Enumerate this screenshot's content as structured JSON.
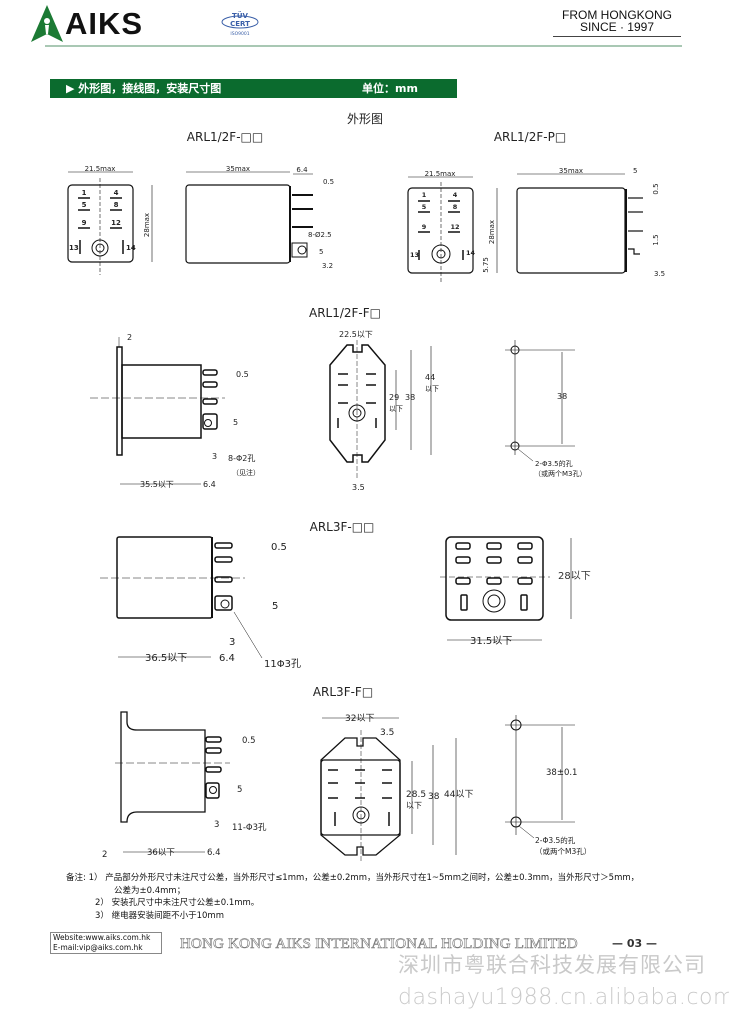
{
  "header": {
    "brand": "AIKS",
    "cert_logo": {
      "top": "TÜV",
      "mid": "CERT",
      "bottom": "ISO9001"
    },
    "tagline_1": "FROM HONGKONG",
    "tagline_2": "SINCE · 1997",
    "accent_color": "#0b6b2e"
  },
  "section_bar": {
    "title": "▶ 外形图，接线图，安装尺寸图",
    "unit": "单位：mm"
  },
  "heading": "外形图",
  "d1": {
    "title": "ARL1/2F-□□",
    "width": "21.5max",
    "height": "28max",
    "length": "35max",
    "pin_len": "6.4",
    "pin_w": "0.5",
    "holes": "8-Ø2.5",
    "tab": "5",
    "tab_off": "3.2",
    "pins": [
      "1",
      "4",
      "5",
      "8",
      "9",
      "12",
      "13",
      "14"
    ]
  },
  "d2": {
    "title": "ARL1/2F-P□",
    "width": "21.5max",
    "height": "28max",
    "length": "35max",
    "pin_len": "5",
    "pin_w": "0.5",
    "pin_gap": "1.5",
    "bottom": "5.75",
    "tab_off": "3.5",
    "pins": [
      "1",
      "4",
      "5",
      "8",
      "9",
      "12",
      "13",
      "14"
    ]
  },
  "d3": {
    "title": "ARL1/2F-F□",
    "flange": "2",
    "pin_w": "0.5",
    "tab": "5",
    "tab_off": "3",
    "holes": "8-Φ2孔",
    "holes_note": "（见注）",
    "length": "35.5以下",
    "pin_len": "6.4",
    "plate_w": "22.5以下",
    "body_h": "29",
    "body_h_sub": "以下",
    "hole_pitch": "38",
    "plate_h": "44",
    "plate_h_sub": "以下",
    "slot": "3.5",
    "mount_pitch": "38",
    "mount_holes": "2-Φ3.5的孔",
    "mount_alt": "（或两个M3孔）"
  },
  "d4": {
    "title": "ARL3F-□□",
    "pin_w": "0.5",
    "tab": "5",
    "tab_off": "3",
    "length": "36.5以下",
    "pin_len": "6.4",
    "holes": "11Φ3孔",
    "height": "28以下",
    "width": "31.5以下"
  },
  "d5": {
    "title": "ARL3F-F□",
    "pin_w": "0.5",
    "tab": "5",
    "tab_off": "3",
    "holes": "11-Φ3孔",
    "flange": "2",
    "length": "36以下",
    "pin_len": "6.4",
    "plate_w": "32以下",
    "slot": "3.5",
    "body_h": "28.5",
    "body_h_sub": "以下",
    "hole_pitch": "38",
    "plate_h": "44以下",
    "mount_pitch": "38±0.1",
    "mount_holes": "2-Φ3.5的孔",
    "mount_alt": "（或两个M3孔）"
  },
  "notes": {
    "label": "备注:",
    "n1": "1） 产品部分外形尺寸未注尺寸公差，当外形尺寸≤1mm，公差±0.2mm，当外形尺寸在1~5mm之间时，公差±0.3mm，当外形尺寸＞5mm，",
    "n1b": "公差为±0.4mm；",
    "n2": "2）  安装孔尺寸中未注尺寸公差±0.1mm。",
    "n3": "3）  继电器安装间距不小于10mm"
  },
  "footer": {
    "website": "Website:www.aiks.com.hk",
    "email": "E-mail:vip@aiks.com.hk",
    "company": "HONG KONG AIKS INTERNATIONAL HOLDING LIMITED",
    "page": "— 03 —"
  },
  "watermark": {
    "cn": "深圳市粤联合科技发展有限公司",
    "url": "dashayu1988.cn.alibaba.com"
  }
}
